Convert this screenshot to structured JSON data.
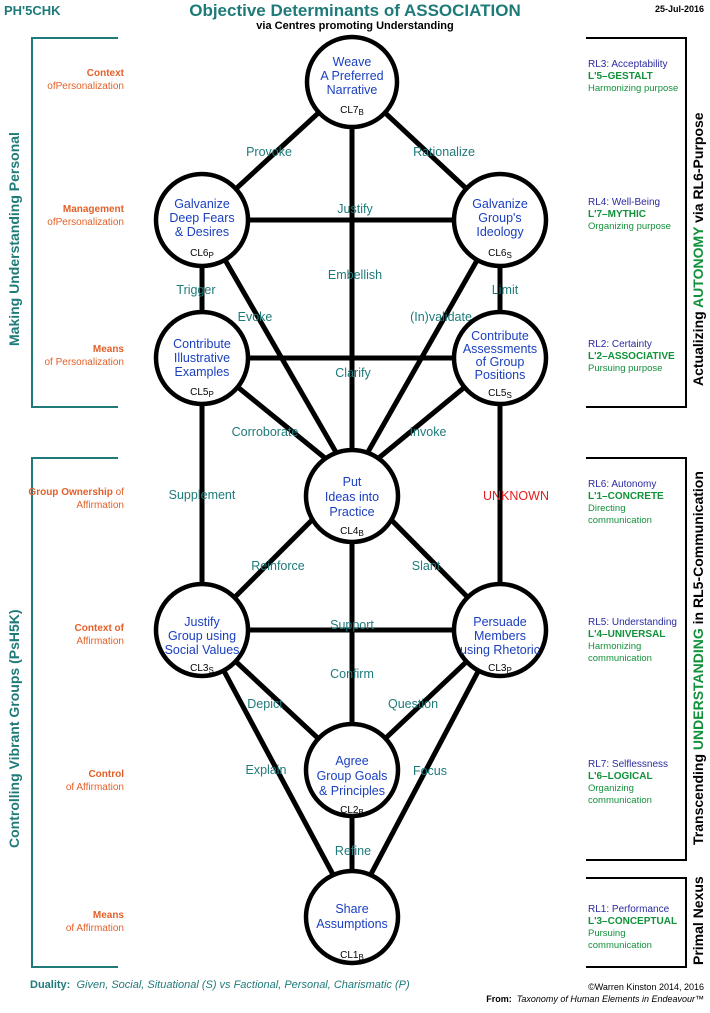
{
  "header": {
    "code": "PH'5CHK",
    "title": "Objective Determinants of ASSOCIATION",
    "subtitle": "via Centres promoting Understanding",
    "date": "25-Jul-2016"
  },
  "left_brackets": {
    "top": "Making  Understanding  Personal",
    "bottom": "Controlling  Vibrant  Groups  (PsH5K)"
  },
  "left_labels": [
    {
      "bold": "Context",
      "rest": "ofPersonalization"
    },
    {
      "bold": "Management",
      "rest": "ofPersonalization"
    },
    {
      "bold": "Means",
      "rest": "of Personalization"
    },
    {
      "bold": "Group Ownership",
      "rest": "of Affirmation"
    },
    {
      "bold": "Context of",
      "rest": "Affirmation"
    },
    {
      "bold": "Control",
      "rest": "of Affirmation"
    },
    {
      "bold": "Means",
      "rest": "of Affirmation"
    }
  ],
  "right_brackets": {
    "top_pre": "Actualizing  ",
    "top_key": "AUTONOMY",
    "top_post": "  via  RL6-Purpose",
    "mid_pre": "Transcending  ",
    "mid_key": "UNDERSTANDING",
    "mid_post": "  in RL5-Communication",
    "bottom": "Primal Nexus"
  },
  "right_blocks": [
    {
      "head": "RL3:  Acceptability",
      "name": "L'5–GESTALT",
      "desc": "Harmonizing purpose"
    },
    {
      "head": "RL4:  Well-Being",
      "name": "L'7–MYTHIC",
      "desc": "Organizing purpose"
    },
    {
      "head": "RL2: Certainty",
      "name": "L'2–ASSOCIATIVE",
      "desc": "Pursuing purpose"
    },
    {
      "head": "RL6:  Autonomy",
      "name": "L'1–CONCRETE",
      "desc": "Directing communication"
    },
    {
      "head": "RL5: Understanding",
      "name": "L'4–UNIVERSAL",
      "desc": "Harmonizing communication"
    },
    {
      "head": "RL7:  Selflessness",
      "name": "L'6–LOGICAL",
      "desc": "Organizing communication"
    },
    {
      "head": "RL1:  Performance",
      "name": "L'3–CONCEPTUAL",
      "desc": "Pursuing communication"
    }
  ],
  "nodes": {
    "cl7": {
      "lines": [
        "Weave",
        "A Preferred",
        "Narrative"
      ],
      "code": "CL7",
      "sub": "B"
    },
    "cl6p": {
      "lines": [
        "Galvanize",
        "Deep Fears",
        "& Desires"
      ],
      "code": "CL6",
      "sub": "P"
    },
    "cl6s": {
      "lines": [
        "Galvanize",
        "Group's",
        "Ideology"
      ],
      "code": "CL6",
      "sub": "S"
    },
    "cl5p": {
      "lines": [
        "Contribute",
        "Illustrative",
        "Examples"
      ],
      "code": "CL5",
      "sub": "P"
    },
    "cl5s": {
      "lines": [
        "Contribute",
        "Assessments",
        "of Group",
        "Positions"
      ],
      "code": "CL5",
      "sub": "S"
    },
    "cl4": {
      "lines": [
        "Put",
        "Ideas into",
        "Practice"
      ],
      "code": "CL4",
      "sub": "B"
    },
    "cl3s": {
      "lines": [
        "Justify",
        "Group using",
        "Social Values"
      ],
      "code": "CL3",
      "sub": "S"
    },
    "cl3p": {
      "lines": [
        "Persuade",
        "Members",
        "using Rhetoric"
      ],
      "code": "CL3",
      "sub": "P"
    },
    "cl2": {
      "lines": [
        "Agree",
        "Group Goals",
        "& Principles"
      ],
      "code": "CL2",
      "sub": "B"
    },
    "cl1": {
      "lines": [
        "Share",
        "Assumptions"
      ],
      "code": "CL1",
      "sub": "B"
    }
  },
  "edges": {
    "provoke": "Provoke",
    "rationalize": "Rationalize",
    "justify": "Justify",
    "embellish": "Embellish",
    "trigger": "Trigger",
    "evoke": "Evoke",
    "invalidate": "(In)validate",
    "limit": "Limit",
    "clarify": "Clarify",
    "corroborate": "Corroborate",
    "invoke": "Invoke",
    "supplement": "Supplement",
    "unknown": "UNKNOWN",
    "reinforce": "Reinforce",
    "slant": "Slant",
    "support": "Support",
    "confirm": "Confirm",
    "depict": "Depict",
    "question": "Question",
    "explain": "Explain",
    "focus": "Focus",
    "refine": "Refine"
  },
  "footer": {
    "duality_label": "Duality:",
    "duality_text": "Given, Social, Situational (S) vs Factional, Personal, Charismatic (P)",
    "copyright": "©Warren Kinston 2014, 2016",
    "from_label": "From:",
    "from_text": "Taxonomy of Human Elements in Endeavour™"
  },
  "colors": {
    "teal": "#1f7a7a",
    "orange": "#e4602a",
    "node_text": "#1a3fbf",
    "green": "#11913a",
    "red": "#e02020"
  }
}
